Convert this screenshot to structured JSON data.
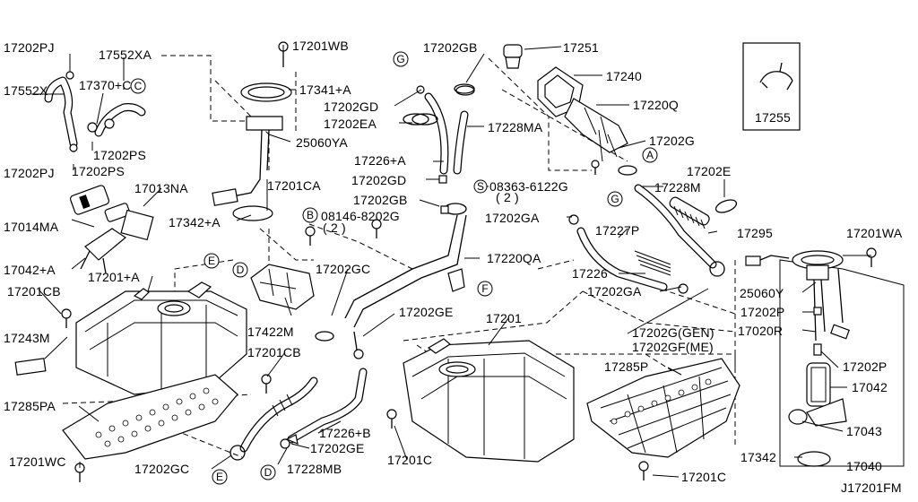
{
  "diagram": {
    "ref_code": "J17201FM",
    "labels": [
      {
        "id": "17202PJ-top",
        "text": "17202PJ"
      },
      {
        "id": "17552XA",
        "text": "17552XA"
      },
      {
        "id": "17201WB",
        "text": "17201WB"
      },
      {
        "id": "17202GB-top",
        "text": "17202GB"
      },
      {
        "id": "17251",
        "text": "17251"
      },
      {
        "id": "17552X",
        "text": "17552X"
      },
      {
        "id": "17370C",
        "text": "17370+C"
      },
      {
        "id": "17341A",
        "text": "17341+A"
      },
      {
        "id": "17240",
        "text": "17240"
      },
      {
        "id": "17202GD-top",
        "text": "17202GD"
      },
      {
        "id": "17220Q",
        "text": "17220Q"
      },
      {
        "id": "17202EA",
        "text": "17202EA"
      },
      {
        "id": "17228MA",
        "text": "17228MA"
      },
      {
        "id": "17255",
        "text": "17255"
      },
      {
        "id": "25060YA",
        "text": "25060YA"
      },
      {
        "id": "17202G",
        "text": "17202G"
      },
      {
        "id": "17202PS-right",
        "text": "17202PS"
      },
      {
        "id": "17226A-top",
        "text": "17226+A"
      },
      {
        "id": "17202PJ-bottom",
        "text": "17202PJ"
      },
      {
        "id": "17202PS-left",
        "text": "17202PS"
      },
      {
        "id": "17202E",
        "text": "17202E"
      },
      {
        "id": "17202GD-mid",
        "text": "17202GD"
      },
      {
        "id": "08363-6122G",
        "text": "08363-6122G"
      },
      {
        "id": "08363-qty",
        "text": "( 2 )"
      },
      {
        "id": "17013NA",
        "text": "17013NA"
      },
      {
        "id": "17201CA",
        "text": "17201CA"
      },
      {
        "id": "17228M",
        "text": "17228M"
      },
      {
        "id": "17202GB-mid",
        "text": "17202GB"
      },
      {
        "id": "17014MA",
        "text": "17014MA"
      },
      {
        "id": "17342A-left",
        "text": "17342+A"
      },
      {
        "id": "08146-8202G",
        "text": "08146-8202G"
      },
      {
        "id": "08146-qty",
        "text": "( 2 )"
      },
      {
        "id": "17202GA-top",
        "text": "17202GA"
      },
      {
        "id": "17295",
        "text": "17295"
      },
      {
        "id": "17201WA",
        "text": "17201WA"
      },
      {
        "id": "17227P",
        "text": "17227P"
      },
      {
        "id": "17220QA",
        "text": "17220QA"
      },
      {
        "id": "17042A",
        "text": "17042+A"
      },
      {
        "id": "17202GC-top",
        "text": "17202GC"
      },
      {
        "id": "17226",
        "text": "17226"
      },
      {
        "id": "17201A",
        "text": "17201+A"
      },
      {
        "id": "17201CB-top",
        "text": "17201CB"
      },
      {
        "id": "17202GA-bottom",
        "text": "17202GA"
      },
      {
        "id": "25060Y",
        "text": "25060Y"
      },
      {
        "id": "17202P-upper",
        "text": "17202P"
      },
      {
        "id": "17422M",
        "text": "17422M"
      },
      {
        "id": "17202GE-top",
        "text": "17202GE"
      },
      {
        "id": "17201",
        "text": "17201"
      },
      {
        "id": "17243M",
        "text": "17243M"
      },
      {
        "id": "17202G-GEN",
        "text": "17202G(GEN)"
      },
      {
        "id": "17202GF-ME",
        "text": "17202GF(ME)"
      },
      {
        "id": "17020R",
        "text": "17020R"
      },
      {
        "id": "17201CB-mid",
        "text": "17201CB"
      },
      {
        "id": "17202P-lower",
        "text": "17202P"
      },
      {
        "id": "17285P",
        "text": "17285P"
      },
      {
        "id": "17042",
        "text": "17042"
      },
      {
        "id": "17285PA",
        "text": "17285PA"
      },
      {
        "id": "17226B",
        "text": "17226+B"
      },
      {
        "id": "17043",
        "text": "17043"
      },
      {
        "id": "17202GE-bottom",
        "text": "17202GE"
      },
      {
        "id": "17201WC",
        "text": "17201WC"
      },
      {
        "id": "17201C-mid",
        "text": "17201C"
      },
      {
        "id": "17342-right",
        "text": "17342"
      },
      {
        "id": "17040",
        "text": "17040"
      },
      {
        "id": "17202GC-bottom",
        "text": "17202GC"
      },
      {
        "id": "17228MB",
        "text": "17228MB"
      },
      {
        "id": "17201C-bottom",
        "text": "17201C"
      }
    ],
    "callouts": [
      "A",
      "B",
      "C",
      "D",
      "E",
      "F",
      "G"
    ]
  }
}
